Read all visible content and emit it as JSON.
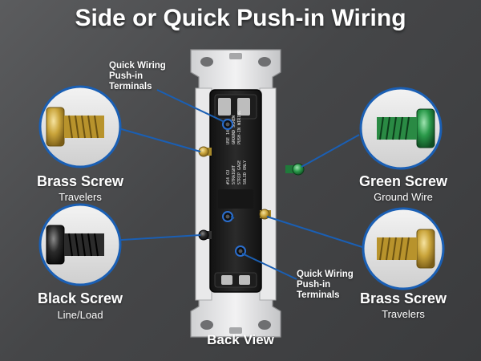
{
  "title": "Side or Quick Push-in Wiring",
  "labels": {
    "push_in_top": [
      "Quick Wiring",
      "Push-in",
      "Terminals"
    ],
    "push_in_bottom": [
      "Quick Wiring",
      "Push-in",
      "Terminals"
    ]
  },
  "screws": {
    "brass_left": {
      "name": "Brass Screw",
      "role": "Travelers"
    },
    "black_left": {
      "name": "Black Screw",
      "role": "Line/Load"
    },
    "green_right": {
      "name": "Green Screw",
      "role": "Ground Wire"
    },
    "brass_right": {
      "name": "Brass Screw",
      "role": "Travelers"
    }
  },
  "device_markings": [
    "#14 CU",
    "STRAIGHT",
    "STRIP GAGE",
    "SOLID ONLY",
    "USE 14 AWG",
    "GROUND SCREW",
    "PUSH-IN WIRING"
  ],
  "caption": "Back View",
  "colors": {
    "callout_line": "#1a5fb4",
    "brass": "#c9a43a",
    "green": "#2a9a4a",
    "black_screw": "#2a2a2a"
  }
}
